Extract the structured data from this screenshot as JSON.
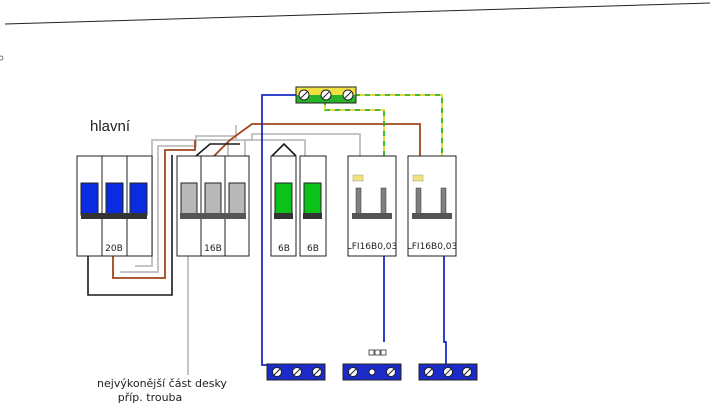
{
  "labels": {
    "main_title": "hlavní",
    "note_line1": "nejvýkonější část desky",
    "note_line2": "příp. trouba"
  },
  "breakers": [
    {
      "id": "main",
      "rating": "20B",
      "poles": 3,
      "toggle_color": "#0a2be0"
    },
    {
      "id": "b16",
      "rating": "16B",
      "poles": 3,
      "toggle_color": "#b8b8b8"
    },
    {
      "id": "b6a",
      "rating": "6B",
      "poles": 1,
      "toggle_color": "#0ac21a"
    },
    {
      "id": "b6b",
      "rating": "6B",
      "poles": 1,
      "toggle_color": "#0ac21a"
    },
    {
      "id": "rcd1",
      "rating": "LFI16B0,03",
      "poles": 2,
      "toggle_color": "#808080"
    },
    {
      "id": "rcd2",
      "rating": "LFI16B0,03",
      "poles": 2,
      "toggle_color": "#808080"
    }
  ],
  "colors": {
    "phase_brown": "#a0461a",
    "phase_gray": "#bdbdbd",
    "phase_black": "#1a1a1a",
    "neutral_blue": "#1a2bc8",
    "earth_green": "#28b428",
    "earth_yellow": "#f0e040",
    "terminal_blue": "#1a2bc8",
    "indicator_yellow": "#f2e27a"
  }
}
